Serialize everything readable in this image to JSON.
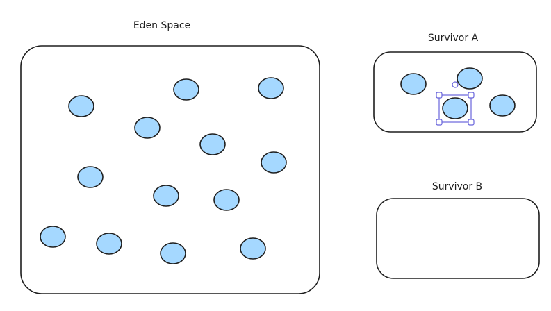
{
  "colors": {
    "object_fill": "#a5d8ff",
    "stroke": "#1e1e1e",
    "selection": "#6965db"
  },
  "regions": [
    {
      "id": "eden",
      "label": "Eden Space",
      "object_count": 13
    },
    {
      "id": "survivor-a",
      "label": "Survivor A",
      "object_count": 4,
      "selected_objects": 1
    },
    {
      "id": "survivor-b",
      "label": "Survivor B",
      "object_count": 0
    }
  ]
}
